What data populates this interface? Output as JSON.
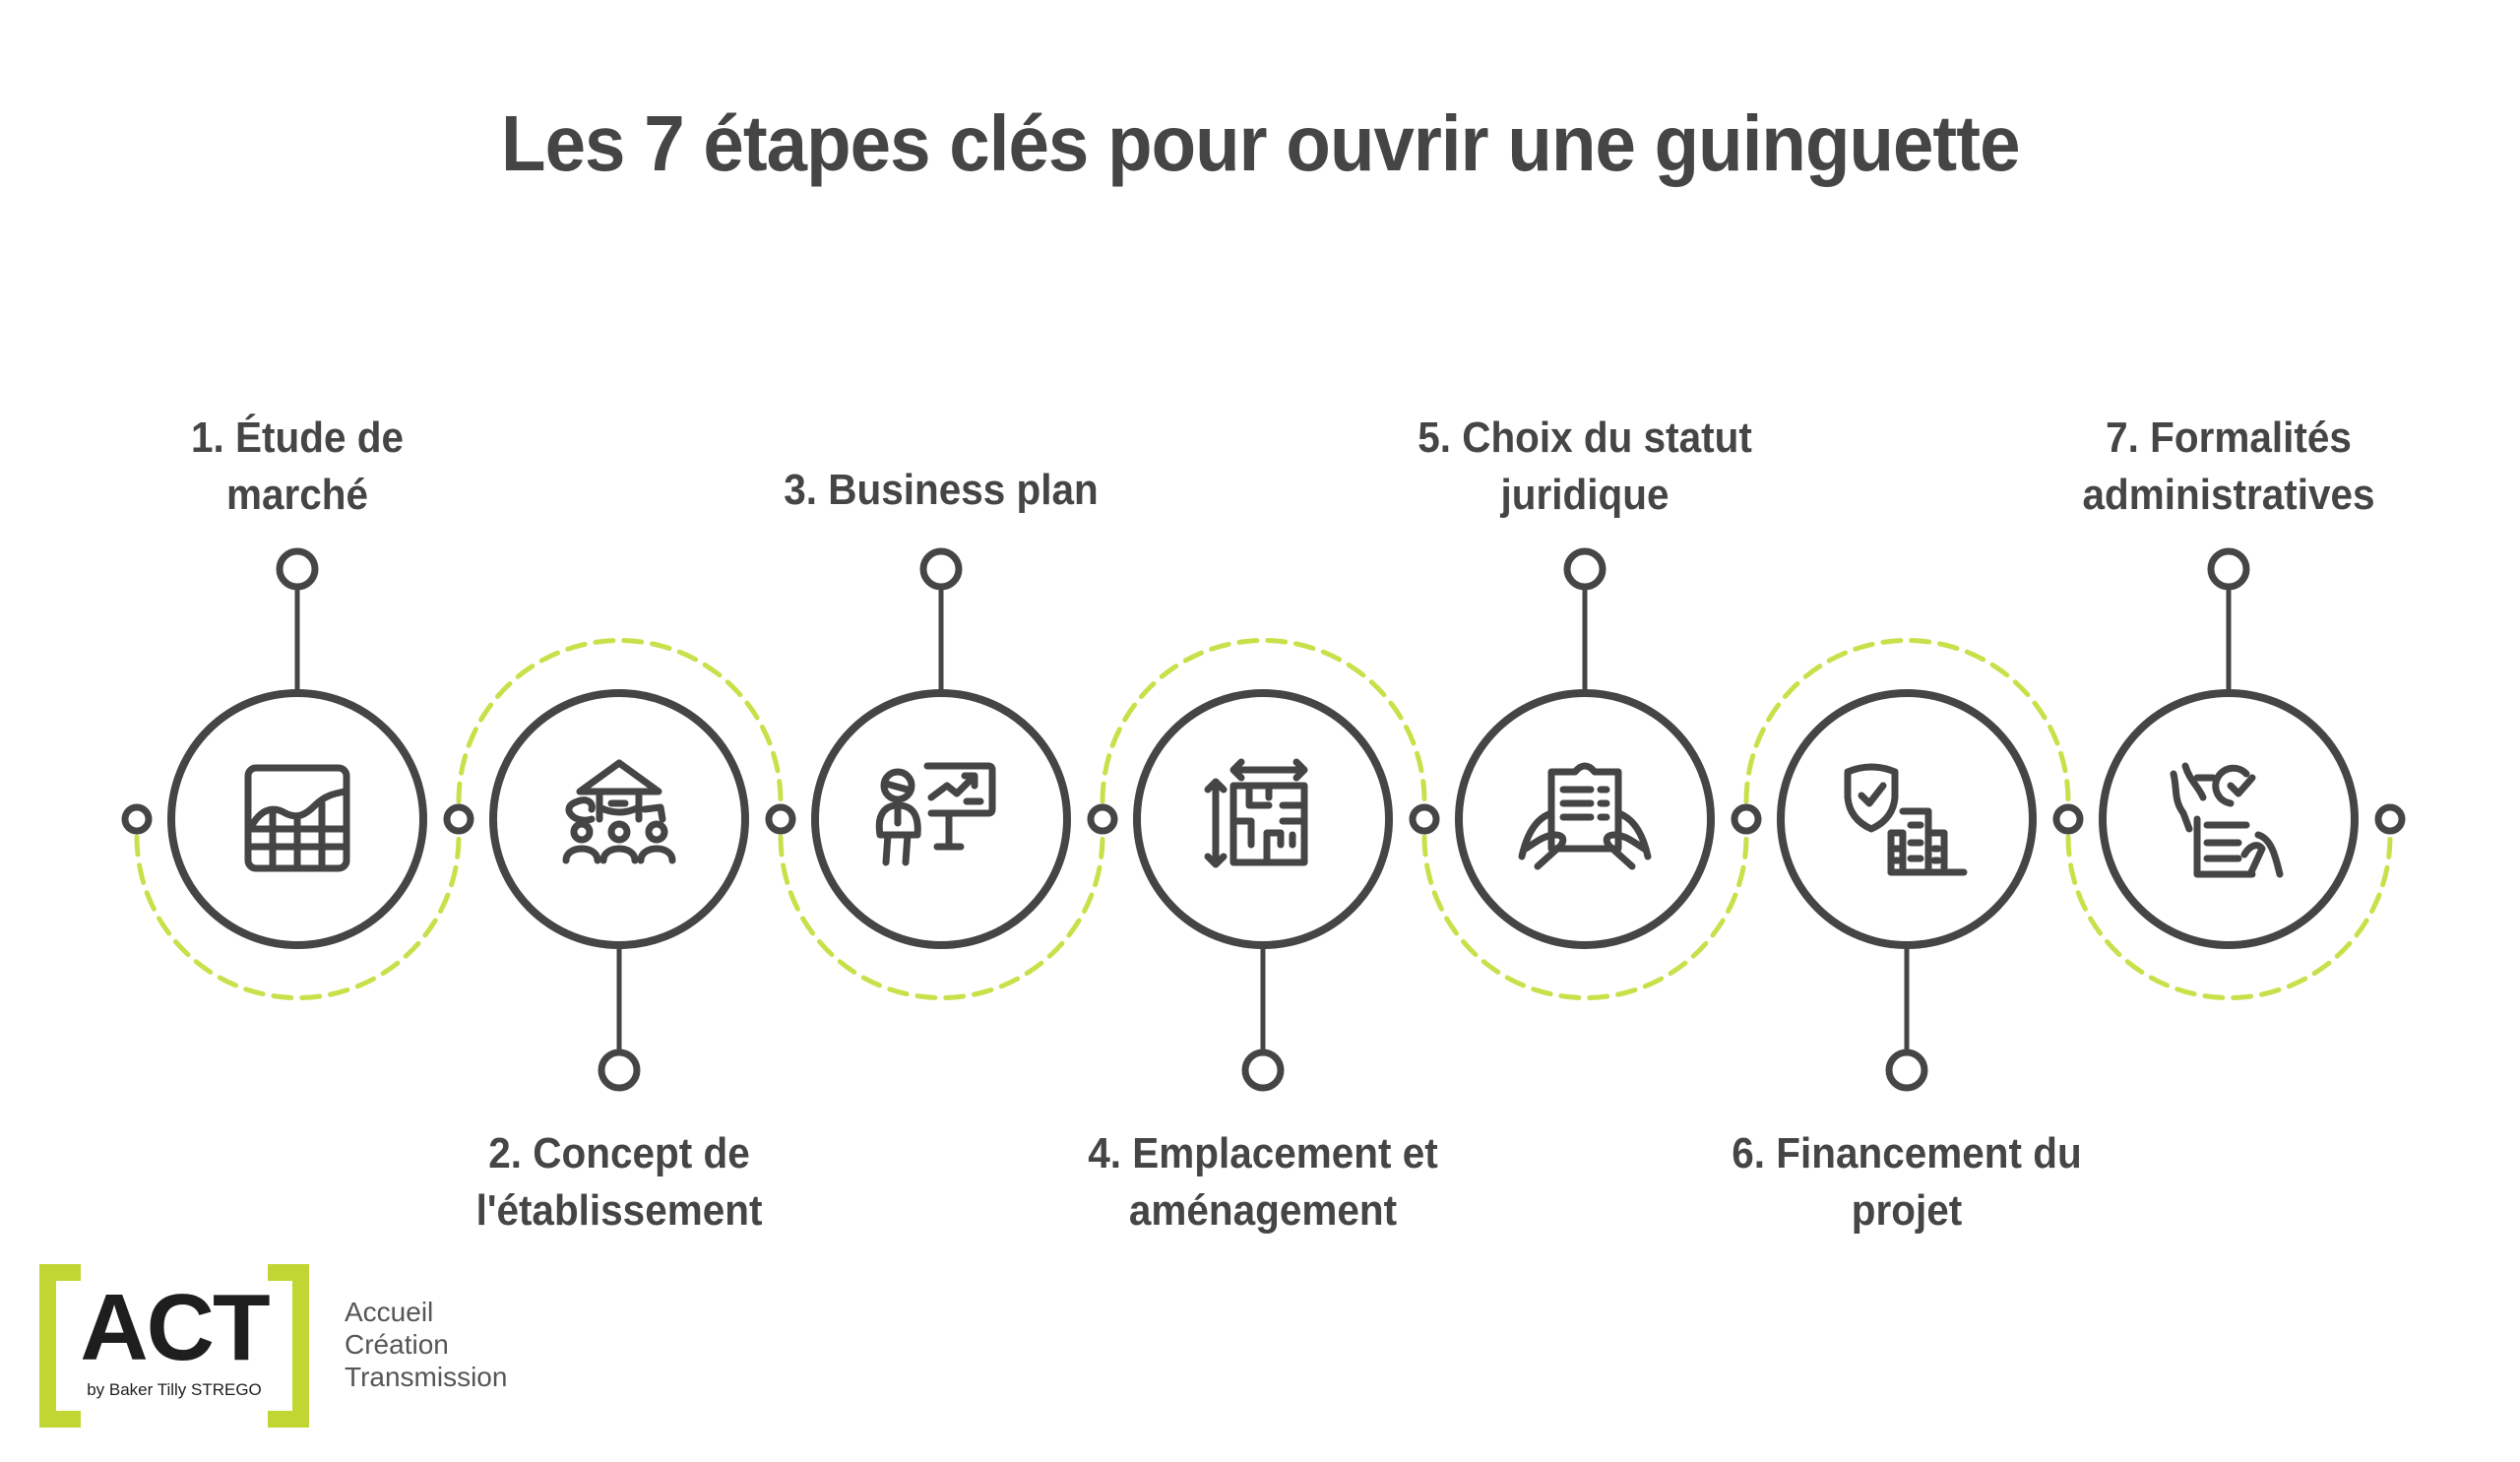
{
  "title": "Les 7 étapes clés pour ouvrir une guinguette",
  "colors": {
    "text": "#454545",
    "stroke": "#454545",
    "dashed_arc": "#c8e04a",
    "logo_bracket": "#c2d633"
  },
  "steps": [
    {
      "number": 1,
      "lines": [
        "1. Étude de",
        "marché"
      ],
      "position": "top",
      "icon": "market-chart-icon"
    },
    {
      "number": 2,
      "lines": [
        "2. Concept de",
        "l'établissement"
      ],
      "position": "bottom",
      "icon": "guinguette-people-icon"
    },
    {
      "number": 3,
      "lines": [
        "3. Business plan"
      ],
      "position": "top",
      "icon": "presentation-icon"
    },
    {
      "number": 4,
      "lines": [
        "4. Emplacement et",
        "aménagement"
      ],
      "position": "bottom",
      "icon": "floor-plan-icon"
    },
    {
      "number": 5,
      "lines": [
        "5. Choix du statut",
        "juridique"
      ],
      "position": "top",
      "icon": "document-hands-icon"
    },
    {
      "number": 6,
      "lines": [
        "6. Financement du",
        "projet"
      ],
      "position": "bottom",
      "icon": "shield-building-icon"
    },
    {
      "number": 7,
      "lines": [
        "7. Formalités",
        "administratives"
      ],
      "position": "top",
      "icon": "checklist-icon"
    }
  ],
  "logo": {
    "name": "ACT",
    "subtitle": "by Baker Tilly STREGO",
    "tagline": [
      "Accueil",
      "Création",
      "Transmission"
    ]
  }
}
